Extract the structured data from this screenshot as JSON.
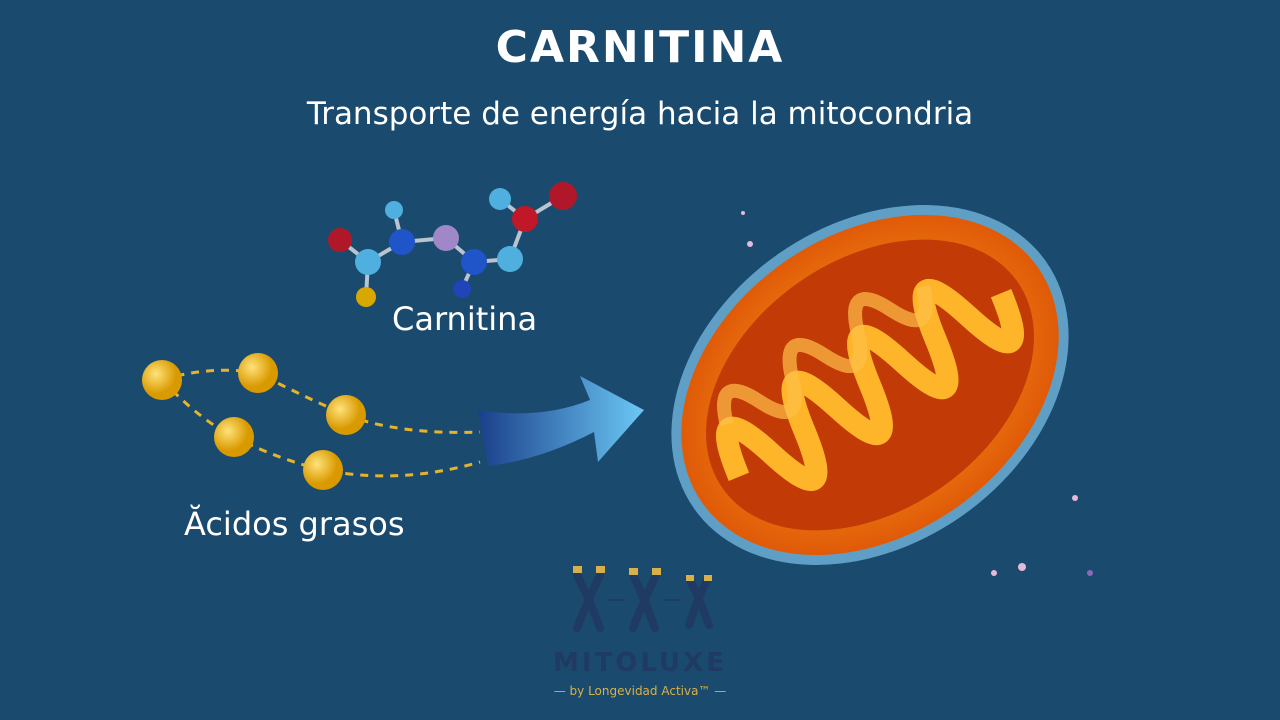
{
  "header": {
    "title": "CARNITINA",
    "subtitle": "Transporte de energía hacia la mitocondria"
  },
  "labels": {
    "carnitine": "Carnitina",
    "fatty_acids": "Ăcidos grasos"
  },
  "logo": {
    "brand": "MITOLUXE",
    "tagline": "— by Longevidad Activa™ —"
  },
  "colors": {
    "background": "#1a4a6e",
    "fatty_acid": "#f2b81c",
    "arrow": "#3aa0e8",
    "mitochondria": "#f07a12"
  }
}
